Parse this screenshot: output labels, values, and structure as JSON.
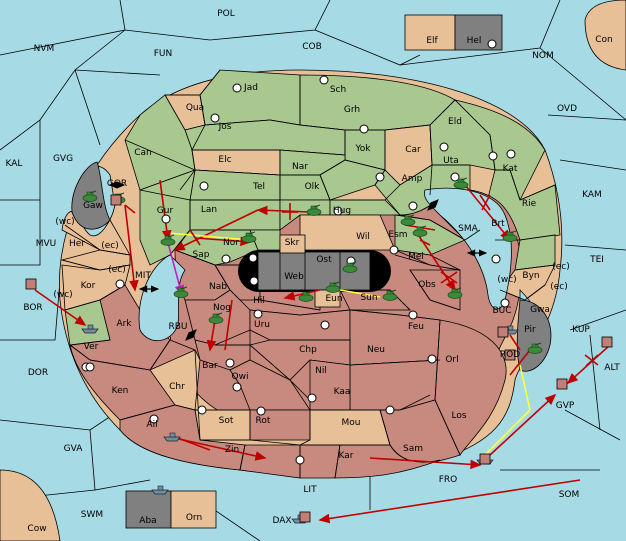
{
  "colors": {
    "sea": "#a6dbe6",
    "tan": "#e8c098",
    "green": "#a8c890",
    "red": "#c8897e",
    "grey": "#808080",
    "order_move": "#c00000",
    "order_support": "#ffff40",
    "order_convoy": "#c020c0",
    "army_unit": "#3a8a3a",
    "fleet_unit": "#6f8f9f",
    "player_marker": "#c08078"
  },
  "map": {
    "provinces": [
      {
        "name": "POL"
      },
      {
        "name": "NVM"
      },
      {
        "name": "FUN"
      },
      {
        "name": "COB"
      },
      {
        "name": "NOM"
      },
      {
        "name": "Elf"
      },
      {
        "name": "Hel"
      },
      {
        "name": "Con"
      },
      {
        "name": "OVD"
      },
      {
        "name": "KAL"
      },
      {
        "name": "GVG"
      },
      {
        "name": "KAM"
      },
      {
        "name": "TEI"
      },
      {
        "name": "MVU"
      },
      {
        "name": "DOR"
      },
      {
        "name": "GVA"
      },
      {
        "name": "SWM"
      },
      {
        "name": "LIT"
      },
      {
        "name": "SOM"
      },
      {
        "name": "Cow"
      },
      {
        "name": "DAX"
      },
      {
        "name": "FRO"
      },
      {
        "name": "GVP"
      },
      {
        "name": "ALT"
      },
      {
        "name": "KUP"
      },
      {
        "name": "ROD"
      },
      {
        "name": "BUC"
      },
      {
        "name": "SMA"
      },
      {
        "name": "MIT"
      },
      {
        "name": "RBU"
      },
      {
        "name": "GOR"
      },
      {
        "name": "BOR"
      },
      {
        "name": "Gaw"
      },
      {
        "name": "Jad"
      },
      {
        "name": "Sch"
      },
      {
        "name": "Qua"
      },
      {
        "name": "Jos"
      },
      {
        "name": "Grh"
      },
      {
        "name": "Can"
      },
      {
        "name": "Eld"
      },
      {
        "name": "Elc"
      },
      {
        "name": "Nar"
      },
      {
        "name": "Yok"
      },
      {
        "name": "Car"
      },
      {
        "name": "Uta"
      },
      {
        "name": "Kat"
      },
      {
        "name": "Tel"
      },
      {
        "name": "Olk"
      },
      {
        "name": "Amp"
      },
      {
        "name": "Gur"
      },
      {
        "name": "Lan"
      },
      {
        "name": "Hug"
      },
      {
        "name": "Rie"
      },
      {
        "name": "Brt"
      },
      {
        "name": "Esm"
      },
      {
        "name": "Wil"
      },
      {
        "name": "Sap"
      },
      {
        "name": "Nor"
      },
      {
        "name": "Skr"
      },
      {
        "name": "Ost"
      },
      {
        "name": "Web"
      },
      {
        "name": "Mel"
      },
      {
        "name": "Her"
      },
      {
        "name": "Kor"
      },
      {
        "name": "Nab"
      },
      {
        "name": "Hil"
      },
      {
        "name": "Eun"
      },
      {
        "name": "Sun"
      },
      {
        "name": "Obs"
      },
      {
        "name": "Byn"
      },
      {
        "name": "Gwa"
      },
      {
        "name": "Ark"
      },
      {
        "name": "Nog"
      },
      {
        "name": "Uru"
      },
      {
        "name": "Feu"
      },
      {
        "name": "Pir"
      },
      {
        "name": "Ver"
      },
      {
        "name": "Chp"
      },
      {
        "name": "Neu"
      },
      {
        "name": "Orl"
      },
      {
        "name": "Bar"
      },
      {
        "name": "Qwi"
      },
      {
        "name": "Nil"
      },
      {
        "name": "Ken"
      },
      {
        "name": "Chr"
      },
      {
        "name": "Kaa"
      },
      {
        "name": "Sot"
      },
      {
        "name": "Rot"
      },
      {
        "name": "Los"
      },
      {
        "name": "Ail"
      },
      {
        "name": "Mou"
      },
      {
        "name": "Zin"
      },
      {
        "name": "Kar"
      },
      {
        "name": "Sam"
      },
      {
        "name": "Aba"
      },
      {
        "name": "Orn"
      }
    ],
    "coast_tags": [
      {
        "text": "(wc)"
      },
      {
        "text": "(ec)"
      },
      {
        "text": "(ec)"
      },
      {
        "text": "(wc)"
      },
      {
        "text": "(wc)"
      },
      {
        "text": "(ec)"
      },
      {
        "text": "(ec)"
      }
    ]
  }
}
